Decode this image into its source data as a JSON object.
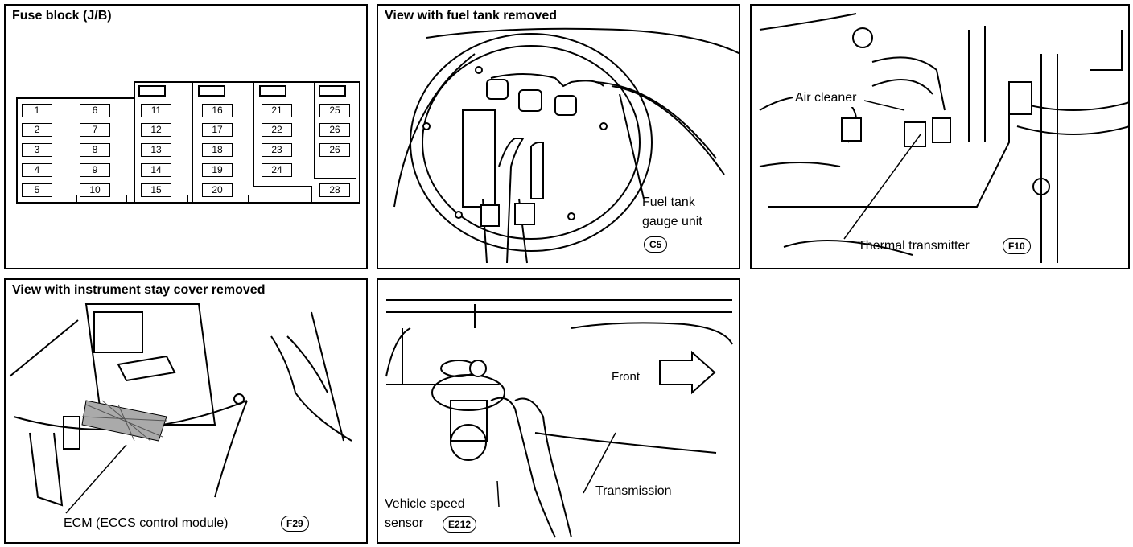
{
  "panels": {
    "fuse_block": {
      "title": "Fuse block (J/B)",
      "fuses": [
        "1",
        "2",
        "3",
        "4",
        "5",
        "6",
        "7",
        "8",
        "9",
        "10",
        "11",
        "12",
        "13",
        "14",
        "15",
        "16",
        "17",
        "18",
        "19",
        "20",
        "21",
        "22",
        "23",
        "24",
        "25",
        "26",
        "26",
        "28"
      ]
    },
    "fuel_tank": {
      "title": "View with fuel tank removed",
      "label_line1": "Fuel tank",
      "label_line2": "gauge unit",
      "connector": "C5"
    },
    "air_cleaner": {
      "label_air": "Air cleaner",
      "label_thermal": "Thermal transmitter",
      "connector": "F10"
    },
    "instrument": {
      "title": "View with instrument stay cover removed",
      "label_ecm": "ECM (ECCS control module)",
      "connector": "F29"
    },
    "transmission": {
      "label_front": "Front",
      "label_transmission": "Transmission",
      "label_vss1": "Vehicle speed",
      "label_vss2": "sensor",
      "connector": "E212"
    }
  }
}
